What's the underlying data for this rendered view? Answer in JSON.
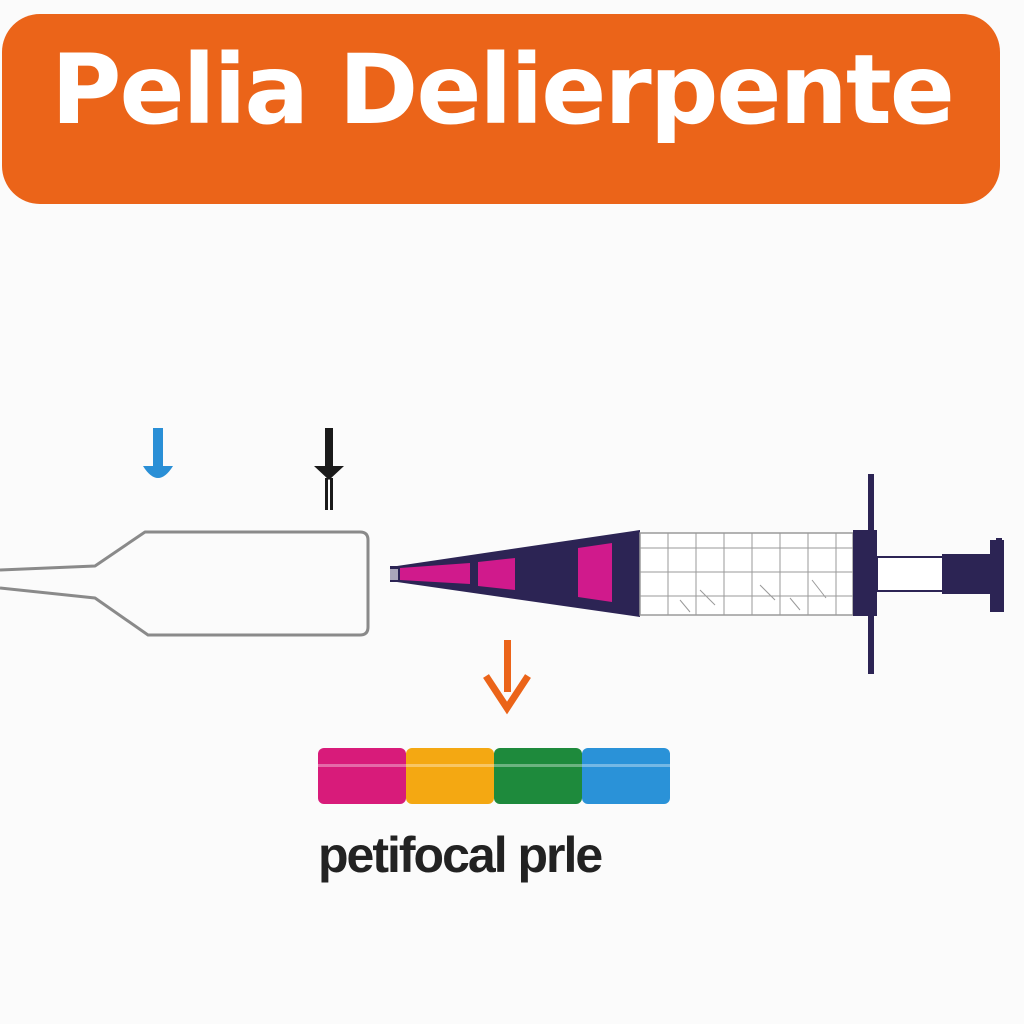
{
  "banner": {
    "title": "Pelia Delierpente",
    "color": "#eb6419"
  },
  "caption": "petifocal prle",
  "colors": {
    "arrow_blue": "#2a8fd6",
    "arrow_black": "#1a1a1a",
    "arrow_orange": "#eb6419",
    "syringe_navy": "#2c2454",
    "syringe_magenta": "#d01a8c",
    "outline_gray": "#8a8a8a"
  },
  "swatches": [
    {
      "name": "magenta",
      "color": "#d81b7a"
    },
    {
      "name": "amber",
      "color": "#f4a812"
    },
    {
      "name": "green",
      "color": "#1e8a3c"
    },
    {
      "name": "blue",
      "color": "#2a92d8"
    }
  ]
}
